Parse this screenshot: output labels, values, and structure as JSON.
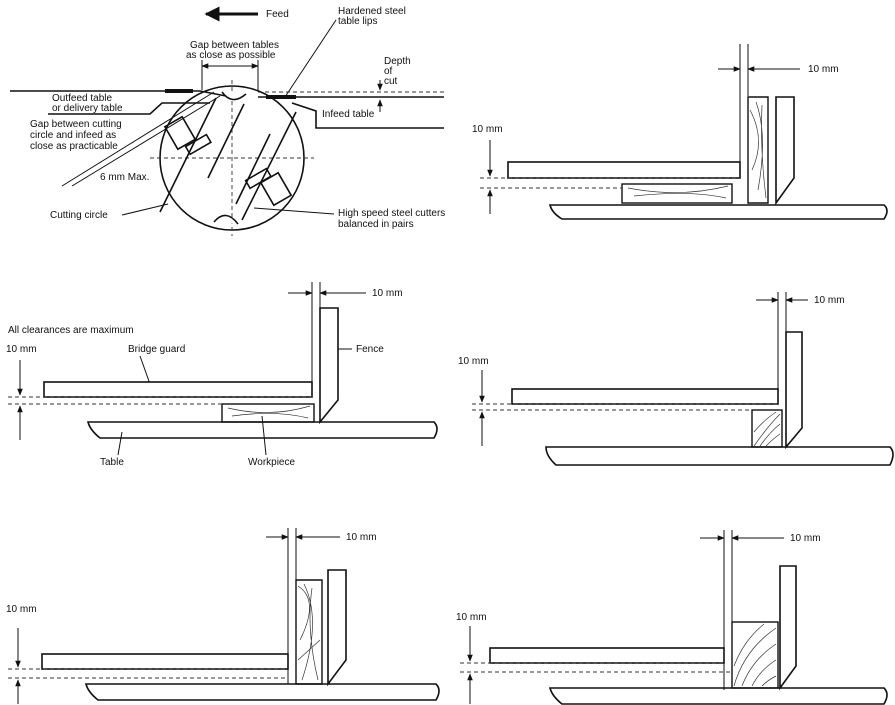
{
  "top_left": {
    "feed": "Feed",
    "gap_tables_1": "Gap between tables",
    "gap_tables_2": "as close as possible",
    "hardened_1": "Hardened steel",
    "hardened_2": "table lips",
    "depth_1": "Depth",
    "depth_2": "of",
    "depth_3": "cut",
    "outfeed_1": "Outfeed table",
    "outfeed_2": "or delivery table",
    "infeed": "Infeed table",
    "gap_circle_1": "Gap between cutting",
    "gap_circle_2": "circle and infeed as",
    "gap_circle_3": "close as practicable",
    "six_mm": "6 mm Max.",
    "cutting_circle": "Cutting circle",
    "hss_1": "High speed steel cutters",
    "hss_2": "balanced in pairs"
  },
  "mid_left": {
    "all_clearances": "All clearances are maximum",
    "bridge_guard": "Bridge guard",
    "fence": "Fence",
    "table": "Table",
    "workpiece": "Workpiece"
  },
  "dims": {
    "tr_h": "10 mm",
    "tr_v": "10 mm",
    "ml_h": "10 mm",
    "ml_v": "10 mm",
    "mr_h": "10 mm",
    "mr_v": "10 mm",
    "bl_h": "10 mm",
    "bl_v": "10 mm",
    "br_h": "10 mm",
    "br_v": "10 mm"
  }
}
